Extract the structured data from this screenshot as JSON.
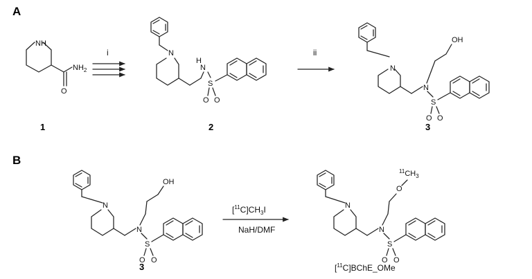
{
  "panels": {
    "a": "A",
    "b": "B"
  },
  "compounds": {
    "c1": "1",
    "c2": "2",
    "c3": "3",
    "c3b": "3",
    "product": "[11C]BChE_OMe"
  },
  "reagents": {
    "step_i": "i",
    "step_ii": "ii",
    "methyl_iodide": "[11C]CH3I",
    "base_solvent": "NaH/DMF"
  },
  "atoms": {
    "N": "N",
    "NH": "NH",
    "H": "H",
    "O": "O",
    "S": "S",
    "OH": "OH",
    "NH2": "NH2",
    "OCH3": "11CH3"
  }
}
